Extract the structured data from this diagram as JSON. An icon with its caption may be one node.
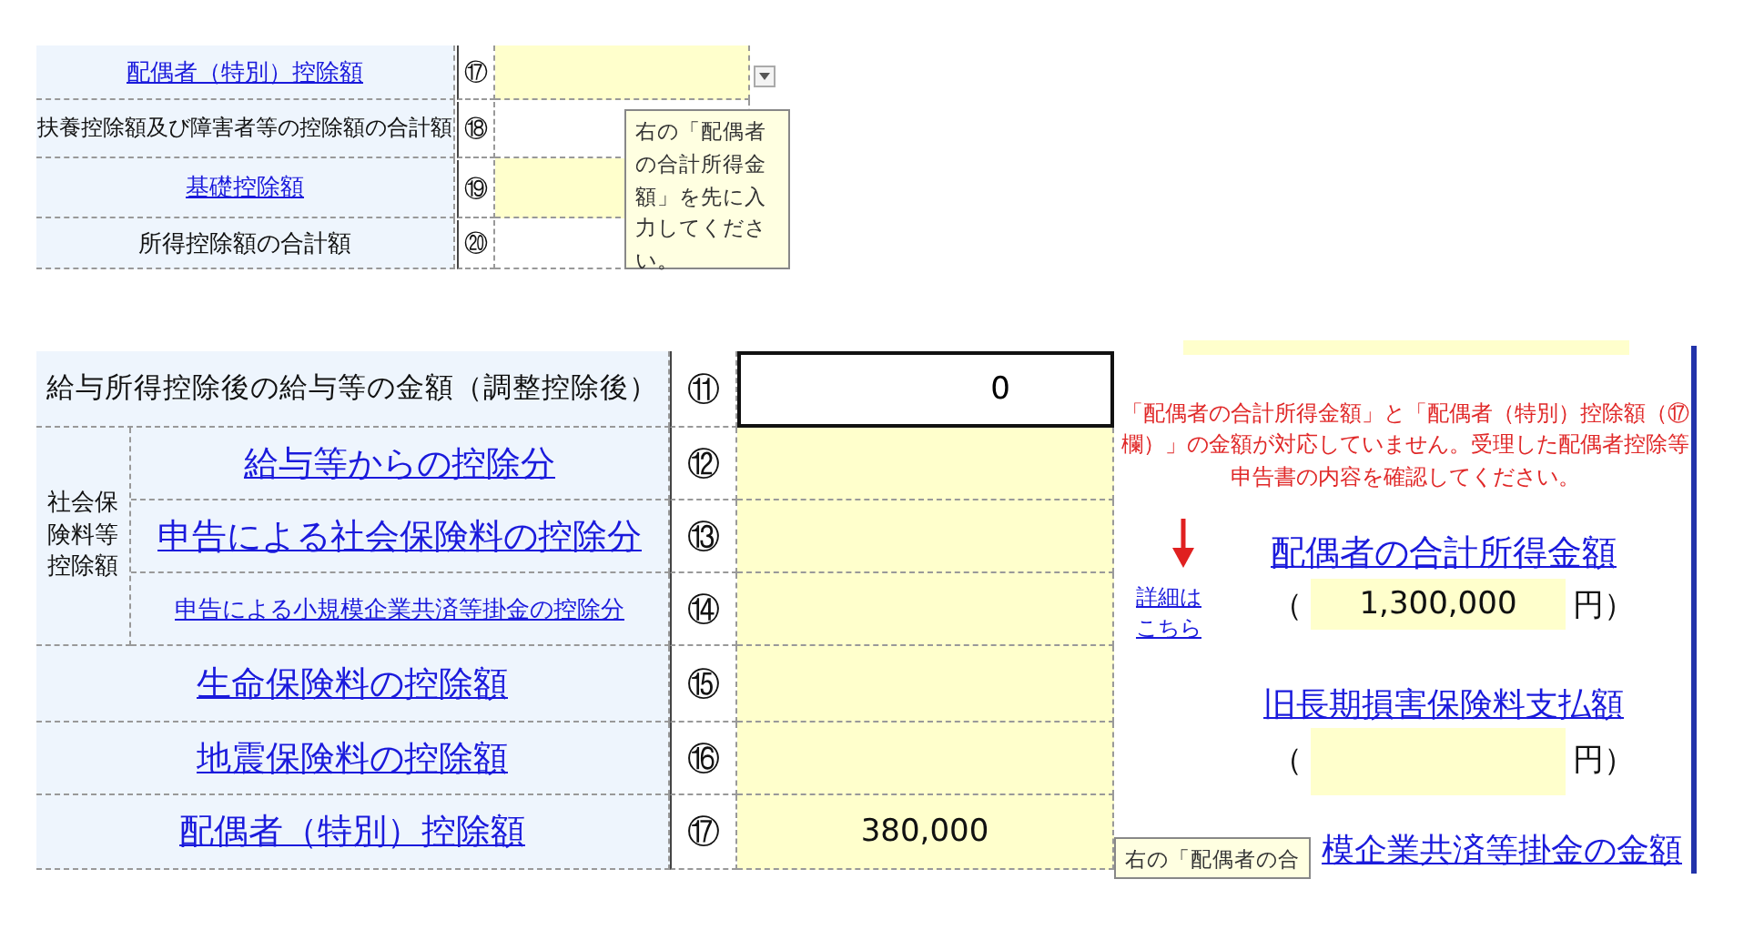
{
  "diagram": {
    "nodes": [
      {
        "text": [
          "右の「配偶者の合計所得金額」を先に入力してください。"
        ]
      },
      {
        "text": [
          "右の「配偶者の合"
        ]
      }
    ],
    "labels": [
      "配偶者（特別）控除額",
      "⑰",
      "扶養控除額及び障害者等の控除額の合計額",
      "⑱",
      "基礎控除額",
      "⑲",
      "所得控除額の合計額",
      "⑳",
      "給与所得控除後の給与等の金額（調整控除後）",
      "⑪",
      "0",
      "社会保険料等控除額",
      "給与等からの控除分",
      "⑫",
      "「配偶者の合計所得金額」と「配偶者（特別）控除額（⑰欄）」の金額が対応していません。受理した配偶者控除等申告書の内容を確認してください。",
      "申告による社会保険料の控除分",
      "⑬",
      "配偶者の合計所得金額",
      "申告による小規模企業共済等掛金の控除分",
      "⑭",
      "詳細はこちら",
      "（",
      "1,300,000",
      "円）",
      "生命保険料の控除額",
      "⑮",
      "旧長期損害保険料支払額",
      "地震保険料の控除額",
      "⑯",
      "（",
      "円）",
      "配偶者（特別）控除額",
      "⑰",
      "380,000",
      "模企業共済等掛金の金額"
    ]
  }
}
